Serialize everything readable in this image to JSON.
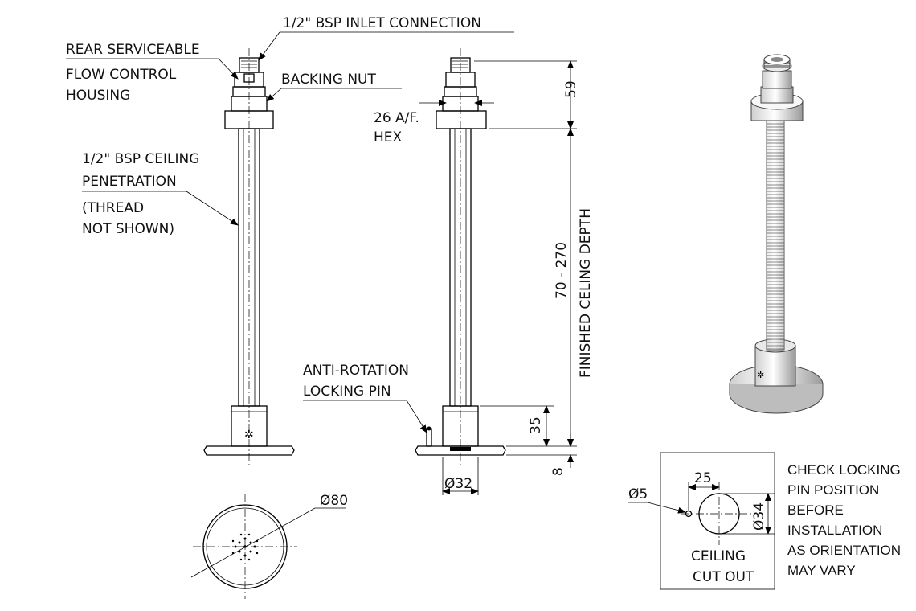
{
  "labels": {
    "inlet": "1/2\" BSP INLET CONNECTION",
    "rear_1": "REAR SERVICEABLE",
    "rear_2": "FLOW CONTROL",
    "rear_3": "HOUSING",
    "backing_nut": "BACKING NUT",
    "ceil_pen_1": "1/2\" BSP CEILING",
    "ceil_pen_2": "PENETRATION",
    "thread_1": "(THREAD",
    "thread_2": "NOT SHOWN)",
    "hex_1": "26 A/F.",
    "hex_2": "HEX",
    "anti_1": "ANTI-ROTATION",
    "anti_2": "LOCKING PIN",
    "depth_1": "70 - 270",
    "depth_2": "FINISHED CELING DEPTH",
    "cutout_1": "CEILING",
    "cutout_2": "CUT OUT"
  },
  "dimensions": {
    "top_height": "59",
    "base_height": "35",
    "plate_thickness": "8",
    "base_diameter": "Ø32",
    "plate_diameter": "Ø80",
    "pin_hole": "Ø5",
    "pin_offset": "25",
    "cut_diameter": "Ø34"
  },
  "note": [
    "CHECK LOCKING",
    "PIN POSITION",
    "BEFORE",
    "INSTALLATION",
    "AS ORIENTATION",
    "MAY VARY"
  ]
}
